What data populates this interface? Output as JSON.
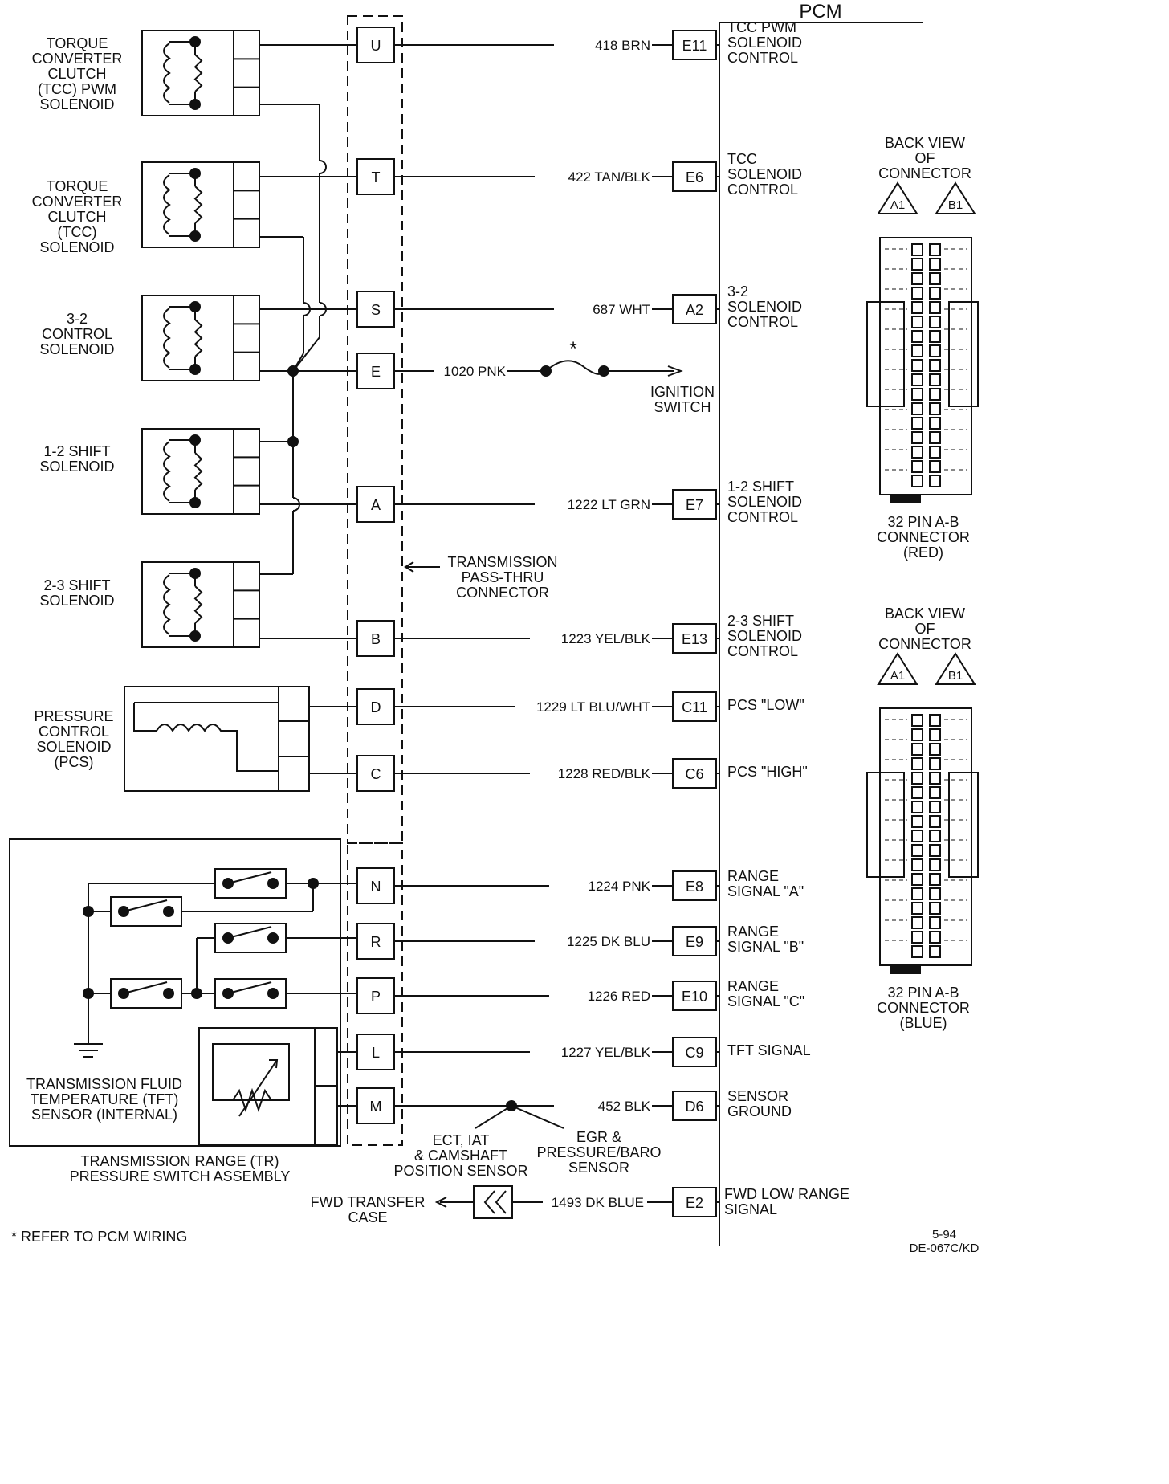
{
  "pcm_title": "PCM",
  "components": {
    "tcc_pwm": [
      "TORQUE",
      "CONVERTER",
      "CLUTCH",
      "(TCC) PWM",
      "SOLENOID"
    ],
    "tcc": [
      "TORQUE",
      "CONVERTER",
      "CLUTCH",
      "(TCC)",
      "SOLENOID"
    ],
    "ctrl_32": [
      "3-2",
      "CONTROL",
      "SOLENOID"
    ],
    "shift_12": [
      "1-2 SHIFT",
      "SOLENOID"
    ],
    "shift_23": [
      "2-3 SHIFT",
      "SOLENOID"
    ],
    "pcs": [
      "PRESSURE",
      "CONTROL",
      "SOLENOID",
      "(PCS)"
    ],
    "tft": [
      "TRANSMISSION FLUID",
      "TEMPERATURE (TFT)",
      "SENSOR (INTERNAL)"
    ],
    "tr_assembly": [
      "TRANSMISSION RANGE (TR)",
      "PRESSURE SWITCH ASSEMBLY"
    ]
  },
  "pass_thru_label": [
    "TRANSMISSION",
    "PASS-THRU",
    "CONNECTOR"
  ],
  "circuits": [
    {
      "pin": "U",
      "wire": "418 BRN",
      "pcm_pin": "E11",
      "func": [
        "TCC PWM",
        "SOLENOID",
        "CONTROL"
      ]
    },
    {
      "pin": "T",
      "wire": "422 TAN/BLK",
      "pcm_pin": "E6",
      "func": [
        "TCC",
        "SOLENOID",
        "CONTROL"
      ]
    },
    {
      "pin": "S",
      "wire": "687 WHT",
      "pcm_pin": "A2",
      "func": [
        "3-2",
        "SOLENOID",
        "CONTROL"
      ]
    },
    {
      "pin": "E",
      "wire": "1020 PNK",
      "pcm_pin": "",
      "func": []
    },
    {
      "pin": "A",
      "wire": "1222 LT GRN",
      "pcm_pin": "E7",
      "func": [
        "1-2 SHIFT",
        "SOLENOID",
        "CONTROL"
      ]
    },
    {
      "pin": "B",
      "wire": "1223 YEL/BLK",
      "pcm_pin": "E13",
      "func": [
        "2-3 SHIFT",
        "SOLENOID",
        "CONTROL"
      ]
    },
    {
      "pin": "D",
      "wire": "1229 LT BLU/WHT",
      "pcm_pin": "C11",
      "func": [
        "PCS \"LOW\""
      ]
    },
    {
      "pin": "C",
      "wire": "1228 RED/BLK",
      "pcm_pin": "C6",
      "func": [
        "PCS \"HIGH\""
      ]
    },
    {
      "pin": "N",
      "wire": "1224 PNK",
      "pcm_pin": "E8",
      "func": [
        "RANGE",
        "SIGNAL \"A\""
      ]
    },
    {
      "pin": "R",
      "wire": "1225 DK BLU",
      "pcm_pin": "E9",
      "func": [
        "RANGE",
        "SIGNAL \"B\""
      ]
    },
    {
      "pin": "P",
      "wire": "1226 RED",
      "pcm_pin": "E10",
      "func": [
        "RANGE",
        "SIGNAL \"C\""
      ]
    },
    {
      "pin": "L",
      "wire": "1227 YEL/BLK",
      "pcm_pin": "C9",
      "func": [
        "TFT SIGNAL"
      ]
    },
    {
      "pin": "M",
      "wire": "452 BLK",
      "pcm_pin": "D6",
      "func": [
        "SENSOR",
        "GROUND"
      ]
    }
  ],
  "fwd_circuit": {
    "wire": "1493 DK BLUE",
    "pcm_pin": "E2",
    "func": [
      "FWD LOW RANGE",
      "SIGNAL"
    ],
    "dest": [
      "FWD TRANSFER",
      "CASE"
    ]
  },
  "ignition": {
    "star": "*",
    "label": [
      "IGNITION",
      "SWITCH"
    ]
  },
  "ground_branches": {
    "left": [
      "ECT, IAT",
      "& CAMSHAFT",
      "POSITION SENSOR"
    ],
    "right": [
      "EGR &",
      "PRESSURE/BARO",
      "SENSOR"
    ]
  },
  "connectors": [
    {
      "header": [
        "BACK VIEW",
        "OF",
        "CONNECTOR"
      ],
      "pin_a": "A1",
      "pin_b": "B1",
      "caption": [
        "32 PIN A-B",
        "CONNECTOR",
        "(RED)"
      ]
    },
    {
      "header": [
        "BACK VIEW",
        "OF",
        "CONNECTOR"
      ],
      "pin_a": "A1",
      "pin_b": "B1",
      "caption": [
        "32 PIN A-B",
        "CONNECTOR",
        "(BLUE)"
      ]
    }
  ],
  "footnote": "* REFER TO PCM WIRING",
  "doc_id": [
    "5-94",
    "DE-067C/KD"
  ]
}
